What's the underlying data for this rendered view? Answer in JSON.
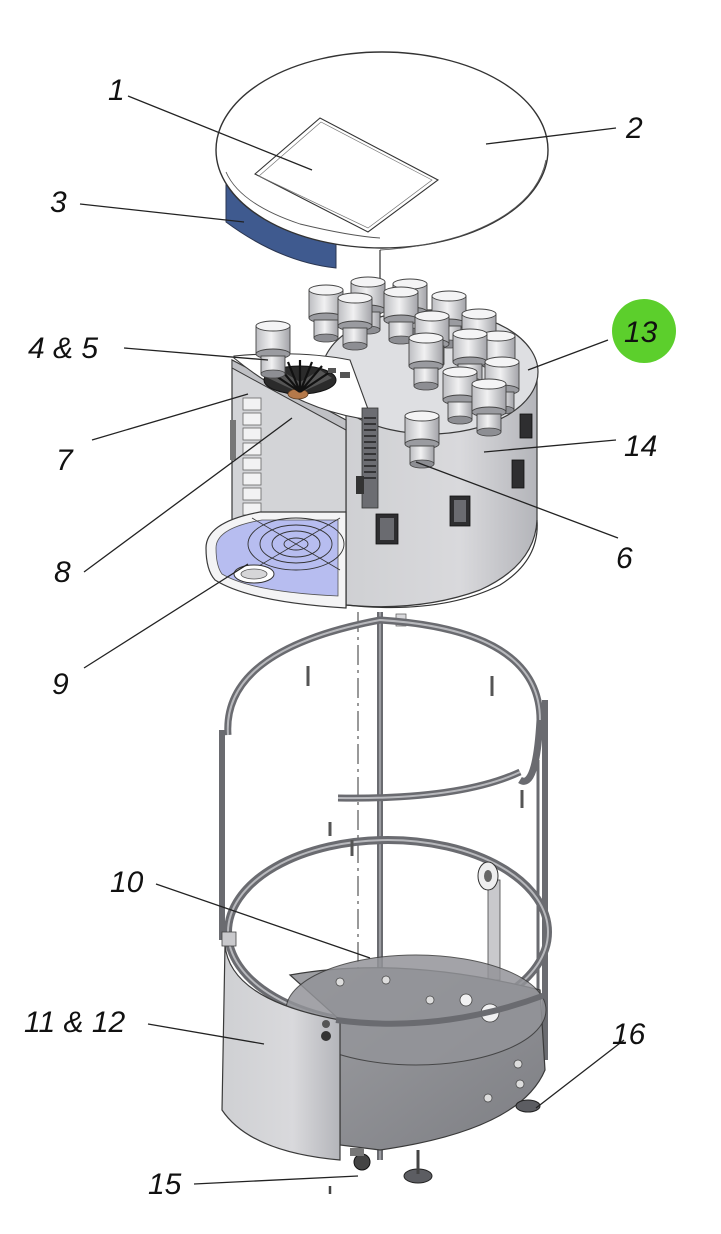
{
  "callouts": [
    {
      "id": "1",
      "text": "1"
    },
    {
      "id": "2",
      "text": "2"
    },
    {
      "id": "3",
      "text": "3"
    },
    {
      "id": "4-5",
      "text": "4 & 5"
    },
    {
      "id": "7",
      "text": "7"
    },
    {
      "id": "13",
      "text": "13"
    },
    {
      "id": "14",
      "text": "14"
    },
    {
      "id": "8",
      "text": "8"
    },
    {
      "id": "6",
      "text": "6"
    },
    {
      "id": "9",
      "text": "9"
    },
    {
      "id": "10",
      "text": "10"
    },
    {
      "id": "11-12",
      "text": "11 & 12"
    },
    {
      "id": "16",
      "text": "16"
    },
    {
      "id": "15",
      "text": "15"
    }
  ],
  "colors": {
    "highlight": "#5ccf2c",
    "blue_panel": "#3f5a8f",
    "tray_blue": "#b7bdf0",
    "metal": "#c9c9cc",
    "metal_dark": "#8f9096",
    "frame": "#6a6b70"
  }
}
